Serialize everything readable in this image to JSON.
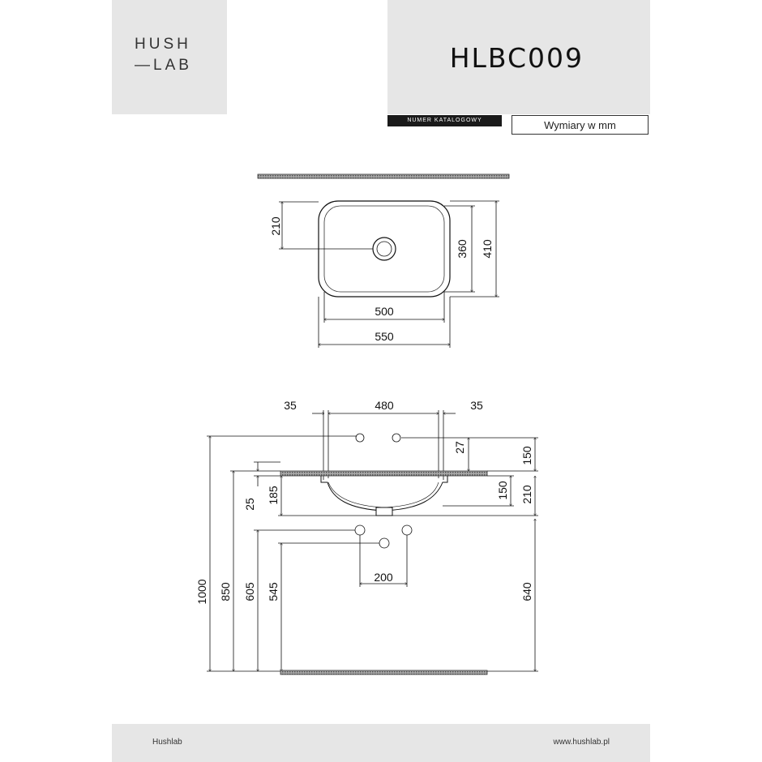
{
  "brand": {
    "line1": "HUSH",
    "line2": "—LAB"
  },
  "product_code": "HLBC009",
  "catalog_label": "NUMER KATALOGOWY",
  "units_note": "Wymiary w mm",
  "top_view": {
    "depth_drain_offset": "210",
    "inner_depth": "360",
    "outer_depth": "410",
    "inner_width": "500",
    "outer_width": "550"
  },
  "side_view": {
    "rim_left": "35",
    "inner_top": "480",
    "rim_right": "35",
    "tap_height": "27",
    "tap_above_counter": "150",
    "thickness": "25",
    "bowl_depth": "185",
    "under_counter": "150",
    "total_below": "210",
    "total_height": "1000",
    "counter_height": "850",
    "outlet_height": "605",
    "pipe_height": "545",
    "drain_height": "640",
    "pipe_spacing": "200"
  },
  "footer": {
    "left": "Hushlab",
    "right": "www.hushlab.pl"
  }
}
